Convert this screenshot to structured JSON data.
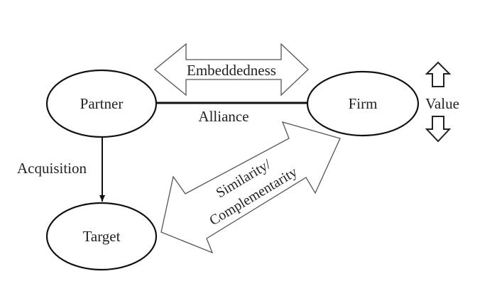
{
  "diagram": {
    "nodes": {
      "partner": "Partner",
      "firm": "Firm",
      "target": "Target"
    },
    "edges": {
      "alliance": "Alliance",
      "acquisition": "Acquisition"
    },
    "arrows": {
      "embeddedness": "Embeddedness",
      "similarity_line1": "Similarity/",
      "similarity_line2": "Complementarity"
    },
    "value_label": "Value"
  },
  "colors": {
    "stroke": "#111111",
    "arrow_outline": "#555555",
    "text": "#222222"
  }
}
